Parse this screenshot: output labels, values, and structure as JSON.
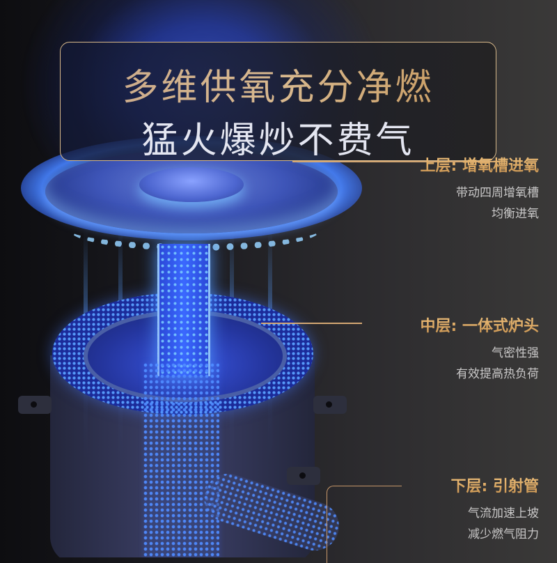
{
  "headline": {
    "line1": "多维供氧充分净燃",
    "line2": "猛火爆炒不费气"
  },
  "annotations": [
    {
      "title": "上层: 增氧槽进氧",
      "desc": [
        "带动四周增氧槽",
        "均衡进氧"
      ]
    },
    {
      "title": "中层: 一体式炉头",
      "desc": [
        "气密性强",
        "有效提高热负荷"
      ]
    },
    {
      "title": "下层: 引射管",
      "desc": [
        "气流加速上坡",
        "减少燃气阻力"
      ]
    }
  ],
  "colors": {
    "accent_gold": "#dca764",
    "border_gold": "#d8b98a",
    "flame_blue": "#3a68ff",
    "background_dark": "#1a1a1f",
    "text_light": "#e4e6f1",
    "text_muted": "#c9c8c8"
  },
  "illustration": {
    "subject": "gas-burner-cutaway",
    "layers": [
      "upper-burner-cap-with-flame",
      "middle-integrated-burner-head",
      "lower-venturi-tube"
    ]
  }
}
